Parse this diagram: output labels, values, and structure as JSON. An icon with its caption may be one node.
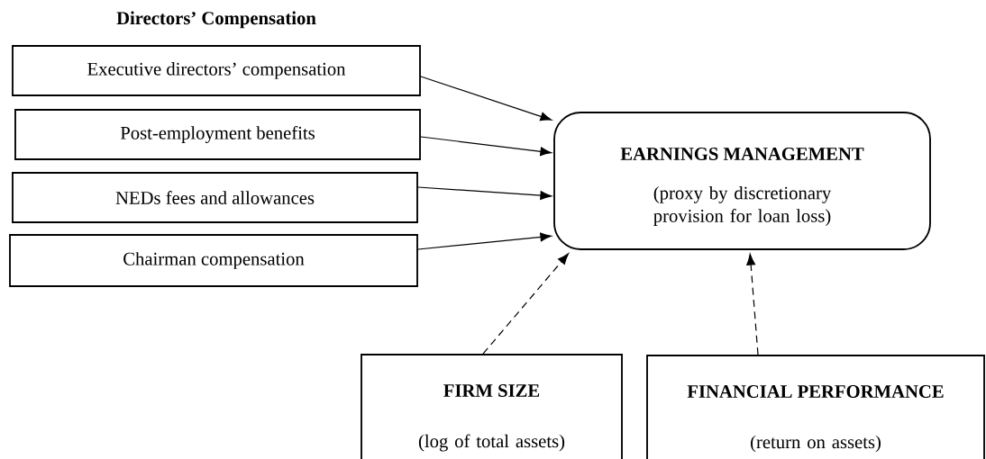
{
  "diagram": {
    "title": "Directors’ Compensation",
    "nodes": [
      {
        "text": [
          "Executive directors’ compensation"
        ]
      },
      {
        "text": [
          "Post-employment benefits"
        ]
      },
      {
        "text": [
          "NEDs fees and allowances"
        ]
      },
      {
        "text": [
          "Chairman compensation"
        ]
      },
      {
        "text": [
          "EARNINGS MANAGEMENT",
          "(proxy by discretionary provision for loan loss)"
        ]
      },
      {
        "text": [
          "FIRM SIZE",
          "(log of total assets)"
        ]
      },
      {
        "text": [
          "FINANCIAL PERFORMANCE",
          "(return on assets)"
        ]
      }
    ],
    "edges": [
      {
        "from": 0,
        "to": 4,
        "arrow": "to"
      },
      {
        "from": 1,
        "to": 4,
        "arrow": "to"
      },
      {
        "from": 2,
        "to": 4,
        "arrow": "to"
      },
      {
        "from": 3,
        "to": 4,
        "arrow": "to"
      },
      {
        "from": 5,
        "to": 4,
        "arrow": "to",
        "style": "dashed"
      },
      {
        "from": 6,
        "to": 4,
        "arrow": "to",
        "style": "dashed"
      }
    ]
  }
}
